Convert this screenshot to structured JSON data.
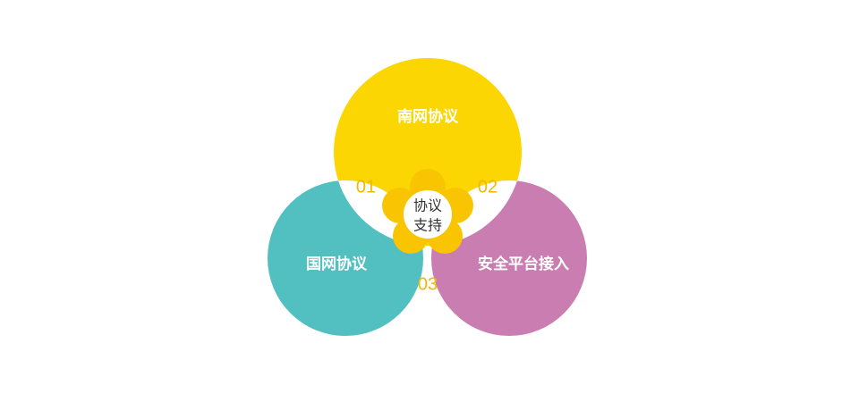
{
  "colors": {
    "top": "#fcd602",
    "left": "#52bfc1",
    "right": "#c97db1",
    "overlap": "#ffffff",
    "flower": "#f9c503",
    "number": "#f4b800",
    "center_text": "#333333"
  },
  "diagram": {
    "circles": {
      "top": {
        "label": "南网协议"
      },
      "left": {
        "label": "国网协议"
      },
      "right": {
        "label": "安全平台接入"
      }
    },
    "regions": {
      "top_left": "01",
      "top_right": "02",
      "left_right": "03"
    },
    "center": {
      "line1": "协议",
      "line2": "支持"
    }
  }
}
